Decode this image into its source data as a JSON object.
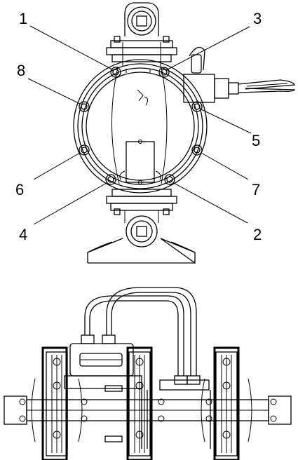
{
  "top_diagram": {
    "bolt_callouts": [
      {
        "number": "1"
      },
      {
        "number": "2"
      },
      {
        "number": "3"
      },
      {
        "number": "4"
      },
      {
        "number": "5"
      },
      {
        "number": "6"
      },
      {
        "number": "7"
      },
      {
        "number": "8"
      }
    ]
  },
  "bottom_diagram": {
    "highlight_boxes": 3
  }
}
